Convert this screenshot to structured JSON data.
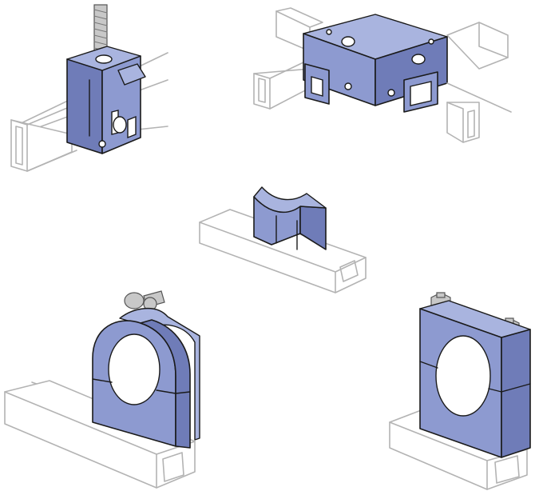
{
  "figure": {
    "items": [
      {
        "id": "beam-clamp-hanger",
        "icon": "channel-hanger-bracket-icon"
      },
      {
        "id": "four-way-channel-connector",
        "icon": "channel-cross-connector-icon"
      },
      {
        "id": "pipe-saddle-support",
        "icon": "pipe-saddle-icon"
      },
      {
        "id": "cushion-pipe-clamp-round",
        "icon": "cushion-clamp-icon"
      },
      {
        "id": "block-pipe-clamp-square",
        "icon": "block-clamp-icon"
      }
    ],
    "colors": {
      "component_fill": "#8d9ad0",
      "component_outline": "#1a1a1a",
      "channel_outline": "#b3b3b3",
      "background": "#ffffff"
    }
  }
}
